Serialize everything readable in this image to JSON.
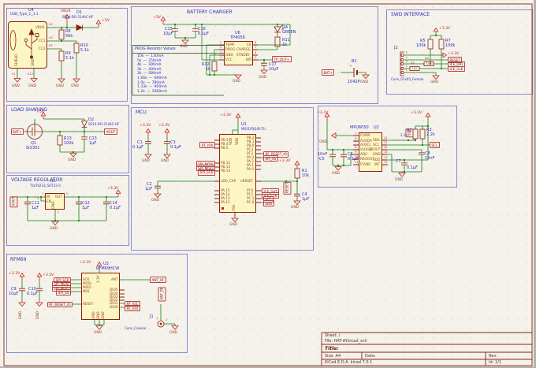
{
  "colors": {
    "wire": "#0f7d0f",
    "symbol_outline": "#8b2014",
    "symbol_fill": "#fcf6c3",
    "text_blue": "#2e2ebe",
    "power_red": "#c22121",
    "label_maroon": "#7d2014",
    "block_border": "#8a8ace",
    "sheet_bg": "#f4f2ea"
  },
  "common": {
    "gnd": "GND",
    "v5": "+5V",
    "v33": "+3.3V",
    "vbus": "VBUS"
  },
  "usb": {
    "ref": "U4",
    "value": "USB_Type_C_3.1",
    "pins": {
      "vbus": "VBUS",
      "cc1": "CC1",
      "cc2": "CC2",
      "shield": "SHIELD",
      "gnd": "GND"
    },
    "pin_ids": {
      "vbus": "A9",
      "cc1": "A5",
      "cc2": "B5",
      "shield": "S1",
      "gnd": "A12"
    },
    "d1": {
      "ref": "D1",
      "value": "SS0A-DO-214AC-HF"
    },
    "r8": {
      "ref": "R8",
      "value": "56k"
    },
    "r9": {
      "ref": "R9",
      "value": "5.1k"
    },
    "r10": {
      "ref": "R10",
      "value": "5.1k"
    }
  },
  "battery": {
    "title": "BATTERY CHARGER",
    "u6": {
      "ref": "U6",
      "value": "TP4056",
      "pins_left": [
        "TEMP",
        "PROG",
        "GND",
        "VCC"
      ],
      "nums_left": [
        "1",
        "2",
        "3",
        "4"
      ],
      "pins_right": [
        "CE",
        "CHARGE",
        "STNDBY",
        "BAT"
      ],
      "nums_right": [
        "8",
        "7",
        "6",
        "5"
      ]
    },
    "c15": {
      "ref": "C15",
      "value": "10µF"
    },
    "c16": {
      "ref": "C16",
      "value": "0.1µF"
    },
    "r12": {
      "ref": "R12",
      "value": "1k"
    },
    "d4": {
      "ref": "D4",
      "value": "GREEN"
    },
    "r11": {
      "ref": "R11",
      "value": "1k"
    },
    "c17": {
      "ref": "C17",
      "value": "10µF"
    },
    "tp_out_label": "TP_OUT+",
    "bat_label": "BAT+",
    "b1": {
      "ref": "B1",
      "value": "1042P",
      "plus": "+"
    },
    "prog_table": {
      "header": "PROG Resistor Values",
      "rows": [
        {
          "res": "10k",
          "cur": "130mA"
        },
        {
          "res": "5k",
          "cur": "250mA"
        },
        {
          "res": "4k",
          "cur": "300mA"
        },
        {
          "res": "3k",
          "cur": "400mA"
        },
        {
          "res": "2k",
          "cur": "580mA"
        },
        {
          "res": "1.66k",
          "cur": "690mA"
        },
        {
          "res": "1.5k",
          "cur": "780mA"
        },
        {
          "res": "1.33k",
          "cur": "900mA"
        },
        {
          "res": "1.2k",
          "cur": "1000mA"
        }
      ]
    }
  },
  "swd": {
    "title": "SWD INTERFACE",
    "j2": {
      "ref": "J2",
      "value": "Conn_01x05_Female",
      "nums": [
        "5",
        "4",
        "3",
        "2",
        "1"
      ]
    },
    "r5": {
      "ref": "R5",
      "value": "100k"
    },
    "r7": {
      "ref": "R7",
      "value": "100k"
    },
    "r6": {
      "ref": "R6",
      "value": "100"
    },
    "r4": {
      "ref": "R4",
      "value": "100"
    },
    "labels": {
      "reset": "RESET",
      "ice_dat": "ICE_DAT",
      "ice_clk": "ICE_CLK"
    }
  },
  "load": {
    "title": "LOAD SHARING",
    "q1": {
      "ref": "Q1",
      "value": "SI2301"
    },
    "r13": {
      "ref": "R13",
      "value": "100k"
    },
    "c13": {
      "ref": "C13",
      "value": "1µF"
    },
    "d2": {
      "ref": "D2",
      "value": "SS14-DO-214AC-HF"
    },
    "labels": {
      "bat": "BAT+",
      "vout": "VOUT"
    }
  },
  "mcu": {
    "title": "MCU",
    "u1": {
      "ref": "U1",
      "value": "M031FRQ4E-TU"
    },
    "pins_left": [
      "PB.3",
      "PB.4",
      "PB.5",
      "PB.12",
      "PB.13",
      "PB.14",
      "LDO_CAP",
      "PA.15",
      "PA.14",
      "PA.13",
      "PA.12"
    ],
    "pins_right": [
      "PB.2",
      "PB.1",
      "PB.0",
      "PF.3",
      "PF.2",
      "PA.3",
      "PA.2",
      "PA.1",
      "PA.0",
      "nRESET",
      "PF.0",
      "PF.1",
      "PC.1",
      "PC.0"
    ],
    "pins_top": [
      "VDD",
      "VDD"
    ],
    "pin_bottom": "VSS",
    "c1": {
      "ref": "C1",
      "value": "0.1µF"
    },
    "c3": {
      "ref": "C3",
      "value": "0.1µF"
    },
    "c2": {
      "ref": "C2",
      "value": "1µF"
    },
    "c4": {
      "ref": "C4",
      "value": "1µF"
    },
    "r1": {
      "ref": "R1",
      "value": "10k"
    },
    "labels": {
      "rf_io0": "RF_IO0",
      "spi_mosi": "SPI_MOSI",
      "spi_miso": "SPI_MISO",
      "spi_sck": "SPI_SCK",
      "rf_reset": "RF_RESET_IO",
      "spi_ss": "SPI_SS",
      "ice_dat": "ICE_DAT",
      "ice_clk": "ICE_CLK",
      "scl": "SCL",
      "sda": "SDA",
      "reset": "RESET"
    }
  },
  "imu": {
    "u2": {
      "ref": "U2",
      "value": "MPU6050"
    },
    "pins_left": [
      "CLKIN",
      "AUXDA",
      "AUXCL",
      "VLOGIC",
      "AD0",
      "REGOUT",
      "FSYNC"
    ],
    "nums_left": [
      "1",
      "6",
      "7",
      "8",
      "9",
      "10",
      "11"
    ],
    "pins_right": [
      "SDA",
      "SCL",
      "CPOUT",
      "GND",
      "VDD",
      "INT"
    ],
    "nums_right": [
      "24",
      "23",
      "20",
      "18",
      "13",
      "12"
    ],
    "c5": {
      "ref": "C5",
      "value": "10nF"
    },
    "c6": {
      "ref": "C6",
      "value": "0.1µF"
    },
    "c7": {
      "ref": "C7",
      "value": "0.1µF"
    },
    "c8": {
      "ref": "C8",
      "value": "22nF"
    },
    "r2": {
      "ref": "R2",
      "value": "2.2k"
    },
    "r3": {
      "ref": "R3",
      "value": "2.2k"
    },
    "labels": {
      "sda": "SDA",
      "scl": "SCL"
    }
  },
  "vreg": {
    "title": "VOLTAGE REGULATOR",
    "u5": {
      "ref": "U5",
      "value": "TLV76233_SOT23-5",
      "pins": {
        "in": "IN",
        "en": "EN",
        "out": "OUT",
        "gnd": "GND"
      },
      "nums": {
        "in": "1",
        "en": "3",
        "out": "5",
        "gnd": "2"
      }
    },
    "c11": {
      "ref": "C11",
      "value": "1µF"
    },
    "c12": {
      "ref": "C12",
      "value": "1µF"
    },
    "c14": {
      "ref": "C14",
      "value": "0.1µF"
    },
    "labels": {
      "vout": "VOUT"
    }
  },
  "rfm": {
    "title": "RFM69",
    "u3": {
      "ref": "U3",
      "value": "RFM69HCW",
      "pins_left": [
        "SCK",
        "MOSI",
        "MISO",
        "NSS",
        "RESET"
      ],
      "pins_right": [
        "ANT",
        "DIO5",
        "DIO4",
        "DIO3",
        "DIO2",
        "DIO1",
        "DIO0"
      ],
      "pin_top": "3.3V",
      "pins_bottom": [
        "GND",
        "GND",
        "GND"
      ]
    },
    "c9": {
      "ref": "C9",
      "value": "10µF"
    },
    "c10": {
      "ref": "C10",
      "value": "0.1µF"
    },
    "j1": {
      "ref": "J1",
      "value": "Conn_Coaxial",
      "nums": [
        "1",
        "2"
      ]
    },
    "labels": {
      "spi_sck": "SPI_SCK",
      "spi_mosi": "SPI_MOSI",
      "spi_miso": "SPI_MISO",
      "spi_ss": "SPI_SS",
      "rf_reset": "RF_RESET_IO",
      "ant_rf": "ANT_RF",
      "ant_rf_v": "ANT_RF",
      "rf_io1": "RF_IO1",
      "rf_io0": "RF_IO0"
    }
  },
  "titleblock": {
    "sheet": "Sheet: /",
    "file": "File: HAT-AY.kicad_sch",
    "title_label": "Title:",
    "size": "Size: A4",
    "date": "Date:",
    "rev": "Rev:",
    "app": "KiCad E.D.A.  kicad 7.0.1",
    "id": "Id: 1/1"
  }
}
